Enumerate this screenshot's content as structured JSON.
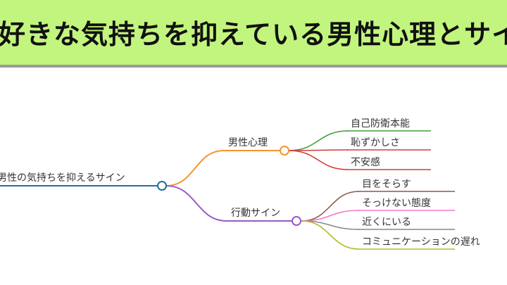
{
  "header": {
    "title": "好きな気持ちを抑えている男性心理とサイン",
    "background": "#c2f57e"
  },
  "mindmap": {
    "root": {
      "label": "男性の気持ちを抑えるサイン",
      "color": "#1f6f9a"
    },
    "branches": [
      {
        "label": "男性心理",
        "color": "#f5942c",
        "children": [
          {
            "label": "自己防衛本能",
            "color": "#3aa03a"
          },
          {
            "label": "恥ずかしさ",
            "color": "#d63a3a"
          },
          {
            "label": "不安感",
            "color": "#d63a3a"
          }
        ]
      },
      {
        "label": "行動サイン",
        "color": "#9b59c6",
        "children": [
          {
            "label": "目をそらす",
            "color": "#8b5a4a"
          },
          {
            "label": "そっけない態度",
            "color": "#f07ac8"
          },
          {
            "label": "近くにいる",
            "color": "#888888"
          },
          {
            "label": "コミュニケーションの遅れ",
            "color": "#b5bd2a"
          }
        ]
      }
    ]
  }
}
